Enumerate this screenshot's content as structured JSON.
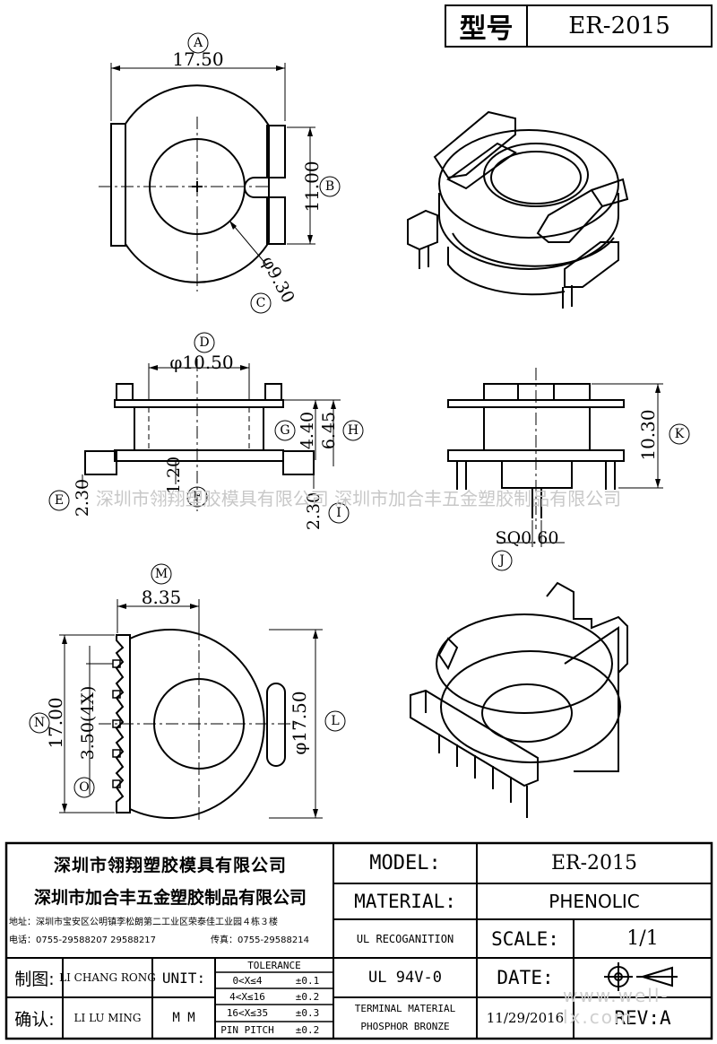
{
  "header": {
    "model_label": "型号",
    "model_value": "ER-2015"
  },
  "views": {
    "top": {
      "letter_a": "A",
      "dim_a": "17.50",
      "letter_b": "B",
      "dim_b": "11.00",
      "letter_c": "C",
      "dim_c": "φ9.30"
    },
    "front": {
      "letter_d": "D",
      "dim_d": "φ10.50",
      "letter_g": "G",
      "dim_g": "4.40",
      "letter_h": "H",
      "dim_h": "6.45",
      "letter_e": "E",
      "dim_e": "2.30",
      "letter_f": "F",
      "dim_f": "1.20",
      "letter_i": "I",
      "dim_i": "2.30"
    },
    "side": {
      "letter_k": "K",
      "dim_k": "10.30",
      "letter_j": "J",
      "dim_j": "SQ0.60"
    },
    "bottom": {
      "letter_m": "M",
      "dim_m": "8.35",
      "letter_n": "N",
      "dim_n": "17.00",
      "letter_o": "O",
      "dim_o": "3.50(4X)",
      "letter_l": "L",
      "dim_l": "φ17.50"
    }
  },
  "watermark": "深圳市翎翔塑胶模具有限公司 深圳市加合丰五金塑胶制品有限公司",
  "website": "www.well-lx.com",
  "title_block": {
    "company1": "深圳市翎翔塑胶模具有限公司",
    "company2": "深圳市加合丰五金塑胶制品有限公司",
    "address": "地址：深圳市宝安区公明镇李松朗第二工业区荣泰佳工业园４栋３楼",
    "phone": "电话：0755-29588207  29588217",
    "fax": "传真：0755-29588214",
    "model_label": "MODEL:",
    "model_value": "ER-2015",
    "material_label": "MATERIAL:",
    "material_value": "PHENOLIC",
    "ul_label": "UL RECOGANITION",
    "ul_value": "UL 94V-0",
    "scale_label": "SCALE:",
    "scale_value": "1/1",
    "date_label": "DATE:",
    "date_value": "11/29/2016",
    "terminal_label": "TERMINAL MATERIAL",
    "terminal_value": "PHOSPHOR  BRONZE",
    "rev_label": "REV:A",
    "drawn_label": "制图:",
    "drawn_by": "LI CHANG RONG",
    "check_label": "确认:",
    "check_by": "LI LU MING",
    "unit_label": "UNIT:",
    "unit_value": "M M",
    "tolerance_title": "TOLERANCE",
    "tol": [
      {
        "range": "0<X≤4",
        "value": "±0.1"
      },
      {
        "range": "4<X≤16",
        "value": "±0.2"
      },
      {
        "range": "16<X≤35",
        "value": "±0.3"
      },
      {
        "range": "PIN PITCH",
        "value": "±0.2"
      }
    ]
  }
}
